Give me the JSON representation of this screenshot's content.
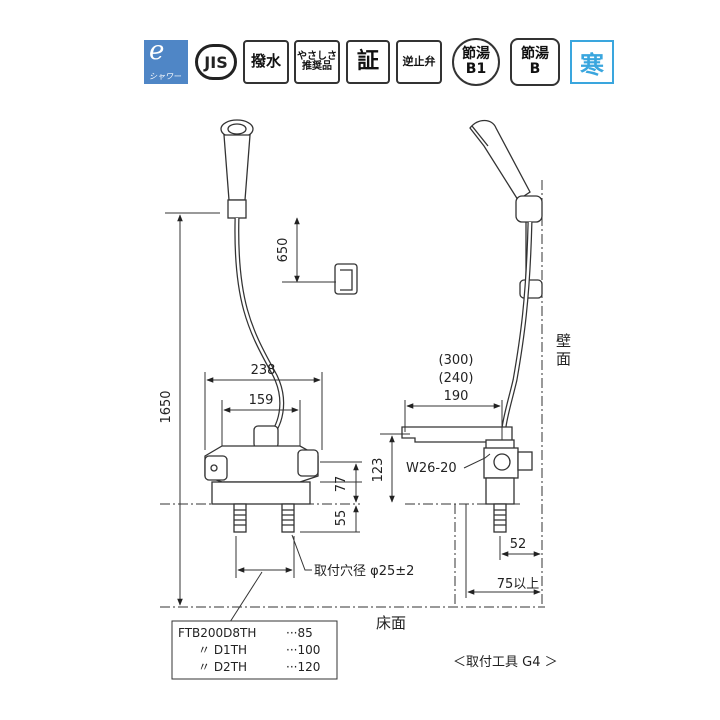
{
  "badges": {
    "eco_shower_line1": "e",
    "eco_shower_line2": "シャワー",
    "jis": "JIS",
    "water_repellent": "撥水",
    "friendly_1": "やさしさ",
    "friendly_2": "推奨品",
    "certificate": "証",
    "check_valve": "逆止弁",
    "save_hot_b1_top": "節湯",
    "save_hot_b1_bottom": "B1",
    "save_hot_b_top": "節湯",
    "save_hot_b_bottom": "B",
    "cold_region": "寒"
  },
  "dimensions": {
    "d650": "650",
    "d1650": "1650",
    "d238": "238",
    "d159": "159",
    "d77": "77",
    "d55": "55",
    "d123": "123",
    "d300": "(300)",
    "d240": "(240)",
    "d190": "190",
    "w26": "W26-20",
    "d52": "52",
    "d75": "75以上",
    "hole": "取付穴径 φ25±2"
  },
  "labels": {
    "wall": "壁面",
    "floor": "床面",
    "tool": "＜取付工具 G4 ＞"
  },
  "models": [
    {
      "name": "FTB200D8TH",
      "value": "···85"
    },
    {
      "name": "〃 D1TH",
      "value": "···100"
    },
    {
      "name": "〃 D2TH",
      "value": "···120"
    }
  ]
}
